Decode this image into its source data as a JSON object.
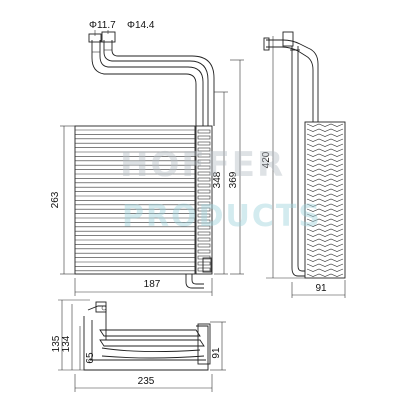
{
  "dimensions": {
    "pipe_small": "Φ11.7",
    "pipe_large": "Φ14.4",
    "core_height": "263",
    "core_width": "187",
    "core_h2": "348",
    "total_h1": "369",
    "total_h2": "420",
    "depth_side": "91",
    "bottom_total": "135",
    "bottom_134": "134",
    "bottom_65": "65",
    "bottom_91": "91",
    "bottom_width": "235"
  },
  "watermark": {
    "line1": "HOFFER",
    "line2": "PRODUCTS"
  },
  "colors": {
    "line": "#222222",
    "watermark_gray": "#b8bfc6",
    "watermark_teal": "#9fd3dc"
  }
}
